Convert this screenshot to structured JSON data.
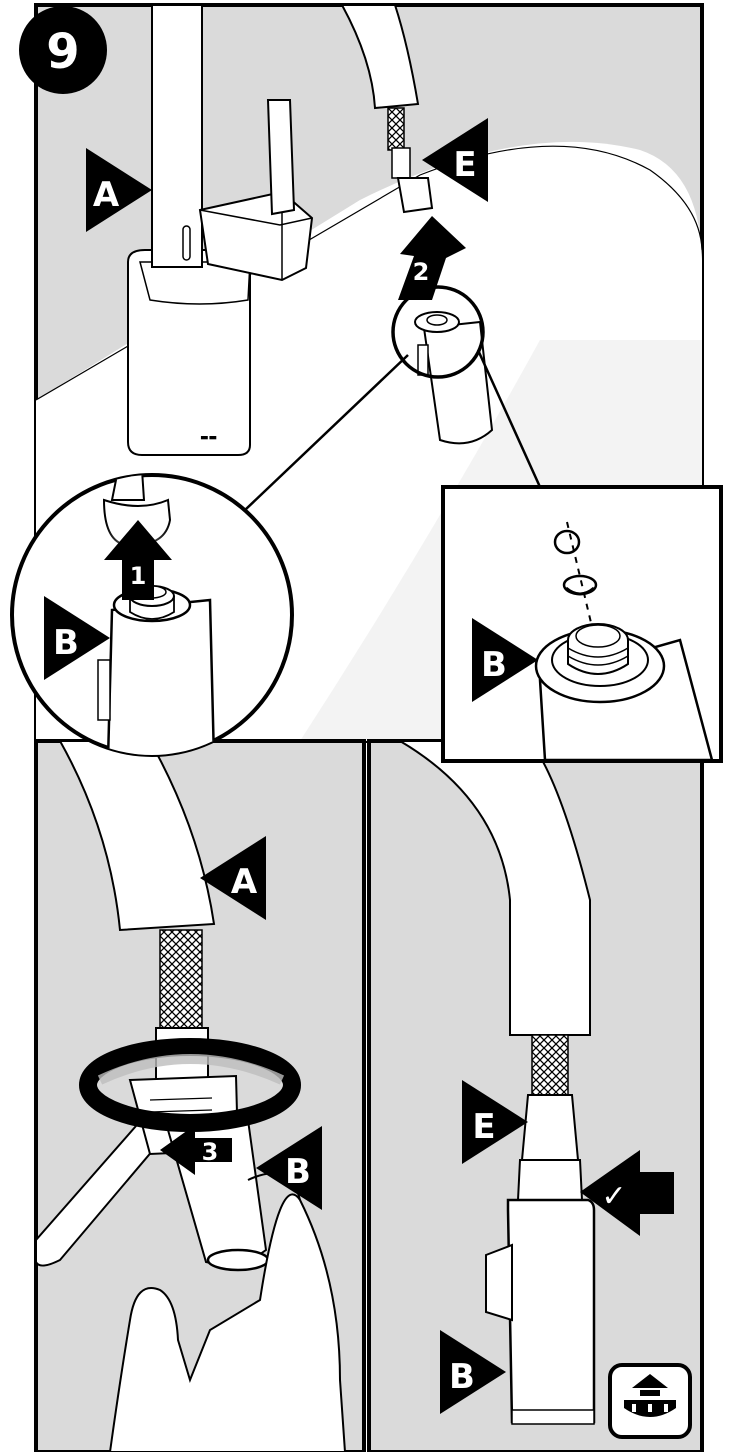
{
  "step": {
    "number": "9"
  },
  "callouts": {
    "a_top": "A",
    "e_top": "E",
    "b_circle": "B",
    "b_detail": "B",
    "a_bottom": "A",
    "b_bottom_left": "B",
    "e_bottom_right": "E",
    "b_bottom_right": "B"
  },
  "arrows": {
    "arrow_1": "1",
    "arrow_2": "2",
    "arrow_3": "3"
  },
  "check": {
    "symbol": "✓"
  },
  "colors": {
    "panel_bg": "#dadada",
    "line": "#000000",
    "white": "#ffffff",
    "shadow_grey": "#bdbdbd"
  },
  "icons": {
    "corner": "spray-nozzle-icon"
  }
}
